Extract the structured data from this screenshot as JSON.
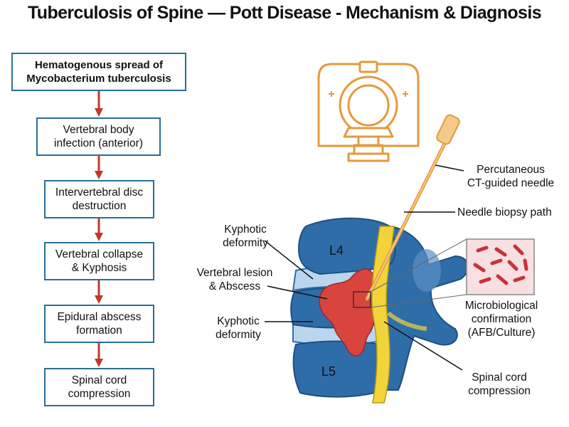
{
  "title": "Tuberculosis of Spine — Pott Disease - Mechanism & Diagnosis",
  "flowchart": {
    "steps": [
      "Hematogenous spread of\nMycobacterium tuberculosis",
      "Vertebral body\ninfection (anterior)",
      "Intervertebral disc\ndestruction",
      "Vertebral collapse\n& Kyphosis",
      "Epidural abscess\nformation",
      "Spinal cord\ncompression"
    ]
  },
  "labels": {
    "needle": "Percutaneous\nCT-guided needle",
    "biopsy_path": "Needle biopsy path",
    "kyphotic_top": "Kyphotic\ndeformity",
    "lesion": "Vertebral lesion\n& Abscess",
    "kyphotic_bottom": "Kyphotic\ndeformity",
    "micro": "Microbiological\nconfirmation\n(AFB/Culture)",
    "cord": "Spinal cord\ncompression",
    "l4": "L4",
    "l5": "L5"
  },
  "colors": {
    "box_border": "#2a6f97",
    "arrow": "#c0392b",
    "vertebra": "#2f6da8",
    "disc": "#b9d6ee",
    "lesion": "#d9443f",
    "cord": "#f3d33a",
    "scanner": "#e59a3c",
    "bacteria": "#c8323a"
  },
  "icons": [
    "ct-scanner-icon",
    "biopsy-needle-icon",
    "bacteria-icon"
  ]
}
